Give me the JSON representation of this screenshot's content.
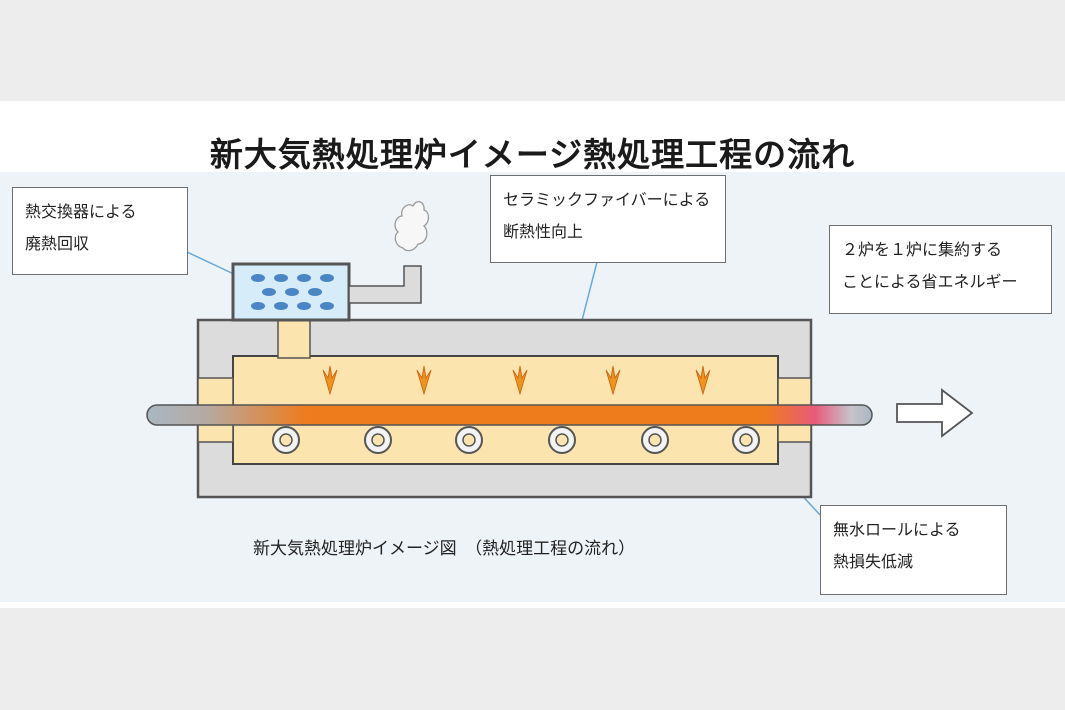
{
  "title": "新大気熱処理炉イメージ熱処理工程の流れ",
  "caption": "新大気熱処理炉イメージ図　（熱処理工程の流れ）",
  "callouts": {
    "heat_exchanger": [
      "熱交換器による",
      "廃熱回収"
    ],
    "ceramic_fiber": [
      "セラミックファイバーによる",
      "断熱性向上"
    ],
    "furnace_merge": [
      "２炉を１炉に集約する",
      "ことによる省エネルギー"
    ],
    "anhydrous_roll": [
      "無水ロールによる",
      "熱損失低減"
    ]
  },
  "colors": {
    "furnace_shell": "#dcdcdc",
    "furnace_chamber": "#fbe4ae",
    "flame": "#f0921e",
    "bar_hot": "#ee7c1c",
    "bar_cold": "#a9b7c2",
    "bar_exit": "#e85a7a",
    "leader": "#66a8d8",
    "exchanger_fill": "#d6ecf9",
    "exchanger_tube": "#4a86c6"
  },
  "icons": [
    "smoke-icon",
    "flame-icon",
    "roll-icon",
    "output-arrow-icon"
  ]
}
